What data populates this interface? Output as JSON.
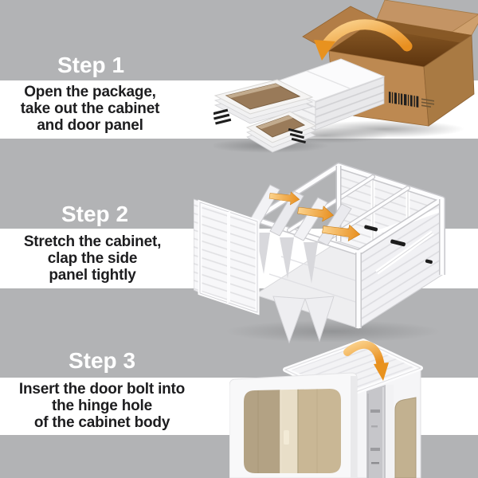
{
  "page": {
    "background_color": "#b2b3b5",
    "band_color": "#ffffff",
    "title_color": "#ffffff",
    "text_color": "#1d1d1f",
    "accent_orange": "#ee9822"
  },
  "steps": [
    {
      "title": "Step 1",
      "lines": [
        "Open the package,",
        "take out the cabinet",
        "and door panel"
      ],
      "illustration": "package-unboxing"
    },
    {
      "title": "Step 2",
      "lines": [
        "Stretch the cabinet,",
        "clap the side",
        "panel tightly"
      ],
      "illustration": "cabinet-stretching"
    },
    {
      "title": "Step 3",
      "lines": [
        "Insert the door bolt into",
        "the hinge hole",
        "of the cabinet body"
      ],
      "illustration": "door-bolt-insertion"
    }
  ]
}
